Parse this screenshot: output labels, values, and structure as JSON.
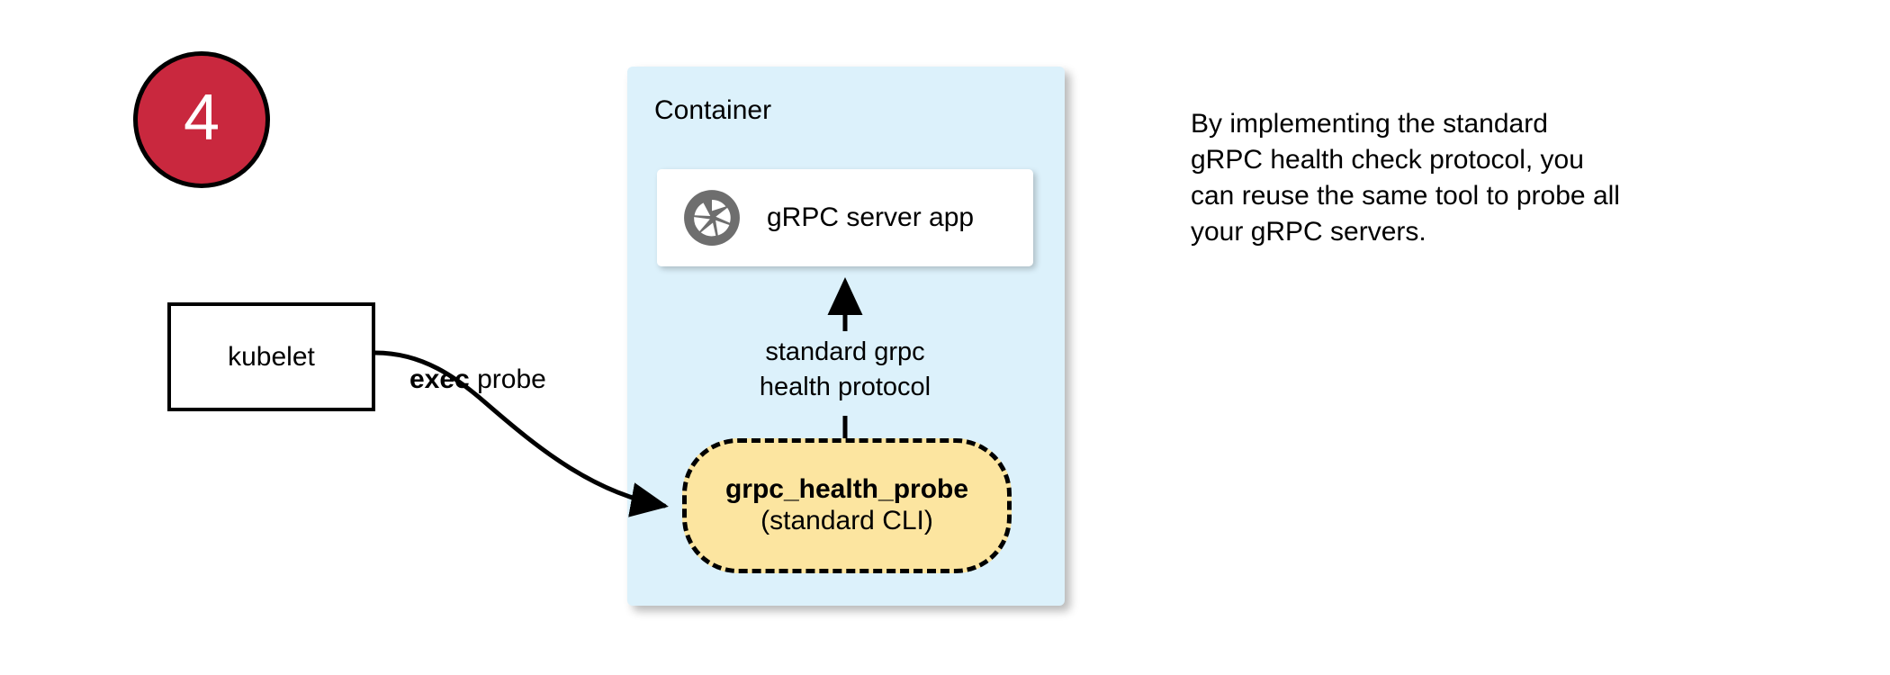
{
  "step": {
    "number": "4",
    "badge_color": "#C9283E",
    "badge_text_color": "#ffffff"
  },
  "container": {
    "label": "Container",
    "fill": "#DCF1FB"
  },
  "nodes": {
    "grpc_app": {
      "label": "gRPC server app",
      "icon": "aperture-icon",
      "icon_color": "#6E6E6E",
      "fill": "#ffffff"
    },
    "probe": {
      "title": "grpc_health_probe",
      "subtitle": "(standard CLI)",
      "fill": "#FCE5A0",
      "border_style": "dashed"
    },
    "kubelet": {
      "label": "kubelet",
      "fill": "#ffffff"
    }
  },
  "edges": {
    "exec_probe": {
      "label_strong": "exec",
      "label_rest": " probe"
    },
    "health_protocol": {
      "line1": "standard grpc",
      "line2": "health protocol"
    }
  },
  "annotation": {
    "line1": "By implementing the standard",
    "line2": "gRPC health check protocol, you",
    "line3": "can reuse the same tool to probe all",
    "line4": "your gRPC servers."
  }
}
